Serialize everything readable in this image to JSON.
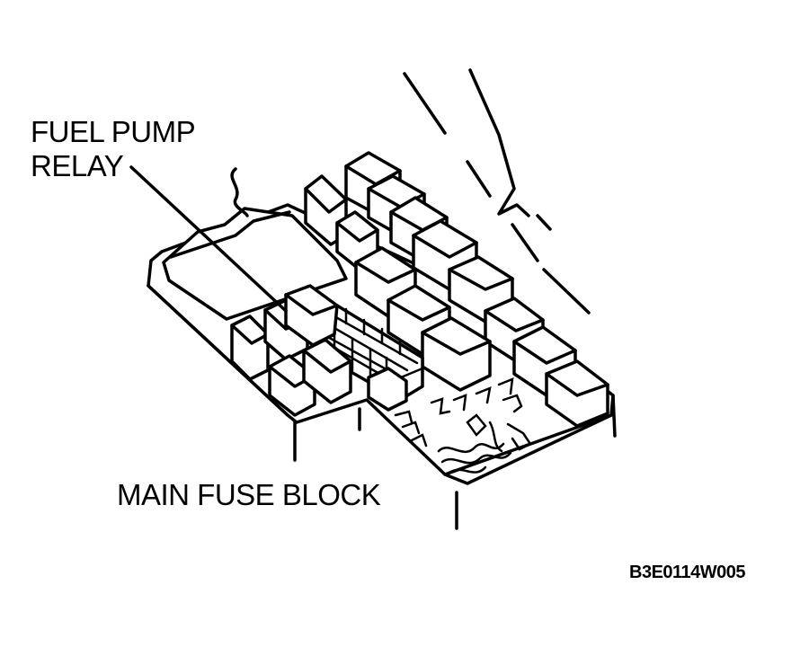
{
  "labels": {
    "fuel_pump_relay_line1": "FUEL PUMP",
    "fuel_pump_relay_line2": "RELAY",
    "main_fuse_block": "MAIN FUSE BLOCK"
  },
  "figure_code": "B3E0114W005",
  "colors": {
    "ink": "#000000",
    "paper": "#ffffff"
  }
}
